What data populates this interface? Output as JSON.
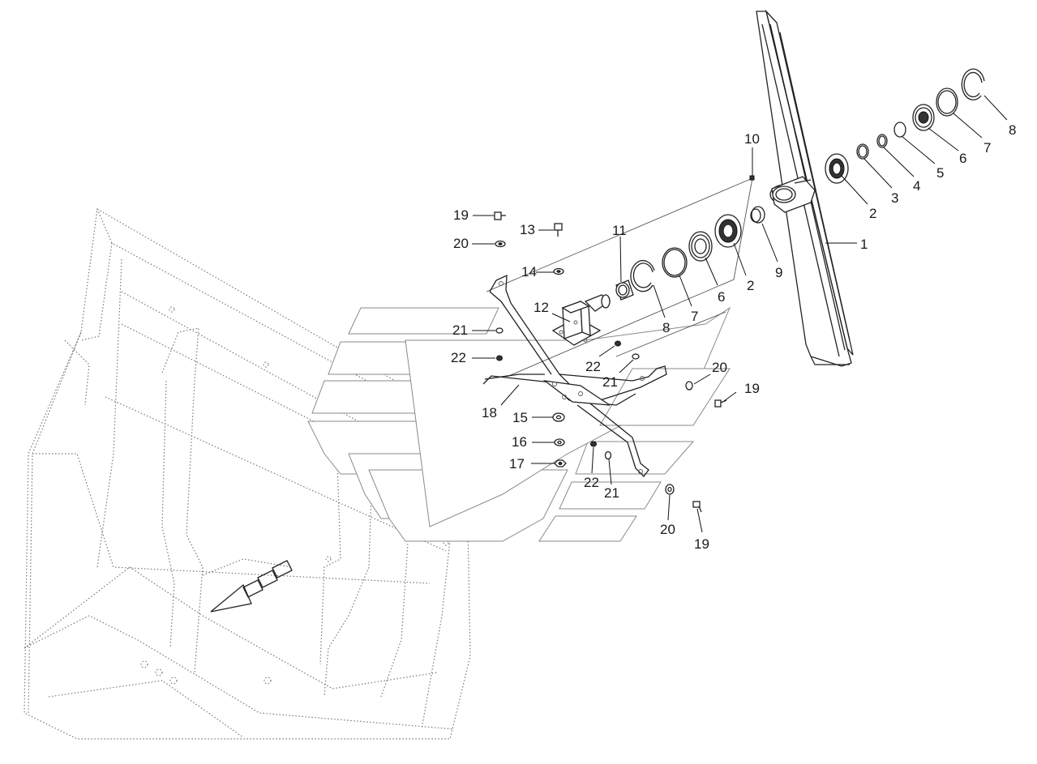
{
  "callouts": {
    "c1": "1",
    "c2a": "2",
    "c2b": "2",
    "c3": "3",
    "c4": "4",
    "c5": "5",
    "c6a": "6",
    "c6b": "6",
    "c7a": "7",
    "c7b": "7",
    "c8a": "8",
    "c8b": "8",
    "c9": "9",
    "c10": "10",
    "c11": "11",
    "c12": "12",
    "c13": "13",
    "c14": "14",
    "c15": "15",
    "c16": "16",
    "c17": "17",
    "c18": "18",
    "c19a": "19",
    "c19b": "19",
    "c19c": "19",
    "c20a": "20",
    "c20b": "20",
    "c20c": "20",
    "c21a": "21",
    "c21b": "21",
    "c21c": "21",
    "c22a": "22",
    "c22b": "22",
    "c22c": "22"
  },
  "colors": {
    "line": "#222222",
    "machine_outline": "#777777",
    "watermark": "#8a8a8a",
    "background": "#ffffff"
  }
}
